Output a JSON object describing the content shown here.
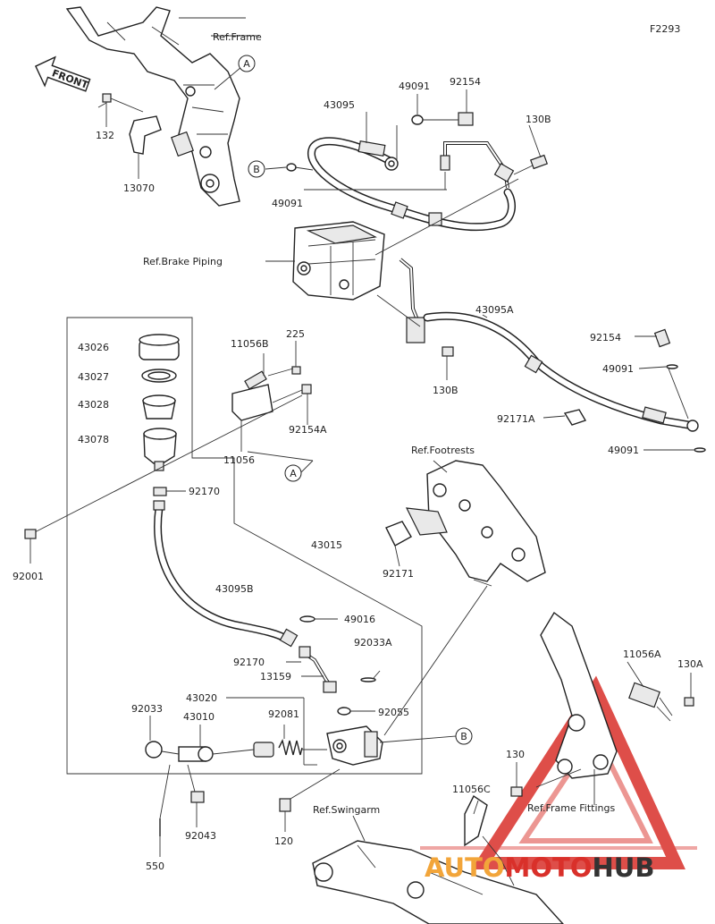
{
  "diagram_code": "F2293",
  "front_label": "FRONT",
  "ref_labels": {
    "frame": "Ref.Frame",
    "brake_piping": "Ref.Brake Piping",
    "footrests": "Ref.Footrests",
    "swingarm": "Ref.Swingarm",
    "frame_fittings": "Ref.Frame Fittings"
  },
  "callouts": {
    "a": "A",
    "b": "B"
  },
  "part_numbers": {
    "p132": "132",
    "p13070": "13070",
    "p43095": "43095",
    "p49091_top": "49091",
    "p92154_top": "92154",
    "p130b_top": "130B",
    "p49091_left": "49091",
    "p43095a": "43095A",
    "p92154_right": "92154",
    "p49091_right1": "49091",
    "p130b_mid": "130B",
    "p92171a": "92171A",
    "p49091_right2": "49091",
    "p43026": "43026",
    "p43027": "43027",
    "p43028": "43028",
    "p43078": "43078",
    "p11056b": "11056B",
    "p225": "225",
    "p92154a": "92154A",
    "p11056": "11056",
    "p92170_top": "92170",
    "p92001": "92001",
    "p43015": "43015",
    "p92171": "92171",
    "p43095b": "43095B",
    "p49016": "49016",
    "p92033a": "92033A",
    "p92170_mid": "92170",
    "p13159": "13159",
    "p43020": "43020",
    "p92033": "92033",
    "p43010": "43010",
    "p92081": "92081",
    "p92055": "92055",
    "p11056a": "11056A",
    "p130a": "130A",
    "p130": "130",
    "p11056c": "11056C",
    "p92043": "92043",
    "p120": "120",
    "p550": "550"
  },
  "watermark": {
    "part1": "AUTO",
    "part2": "MOTO",
    "part3": "HUB"
  },
  "colors": {
    "watermark_red": "#d9302a",
    "watermark_orange": "#f2a53a",
    "watermark_dark": "#333333",
    "line": "#333333"
  }
}
